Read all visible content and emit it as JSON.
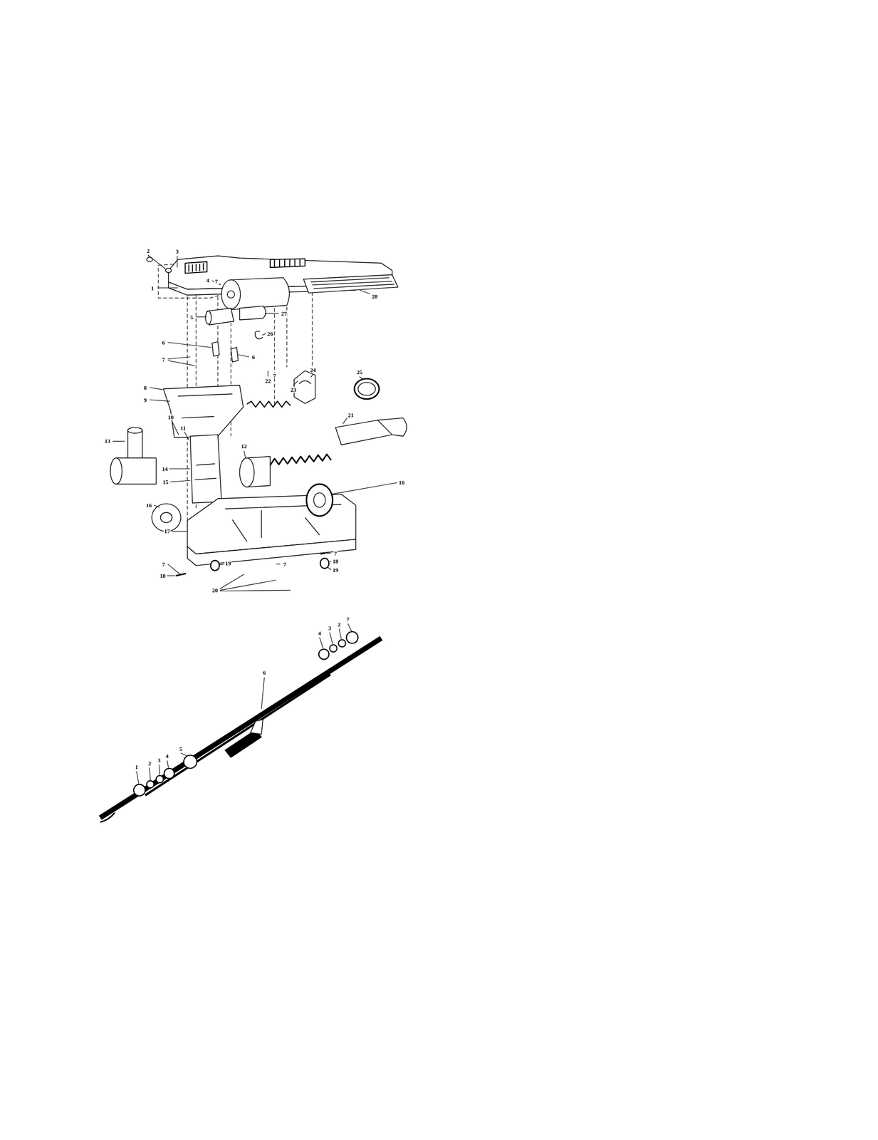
{
  "diagram": {
    "labels": [
      "1",
      "28",
      "2",
      "3",
      "7",
      "4",
      "5",
      "27",
      "26",
      "25",
      "24",
      "6",
      "6",
      "7",
      "7",
      "22",
      "23",
      "21",
      "8",
      "9",
      "10",
      "11",
      "13",
      "12",
      "14",
      "15",
      "16",
      "16",
      "17",
      "7",
      "7",
      "18",
      "19",
      "7",
      "19",
      "18",
      "20",
      "4",
      "3",
      "2",
      "7",
      "6",
      "5",
      "1",
      "2",
      "3",
      "4"
    ]
  }
}
